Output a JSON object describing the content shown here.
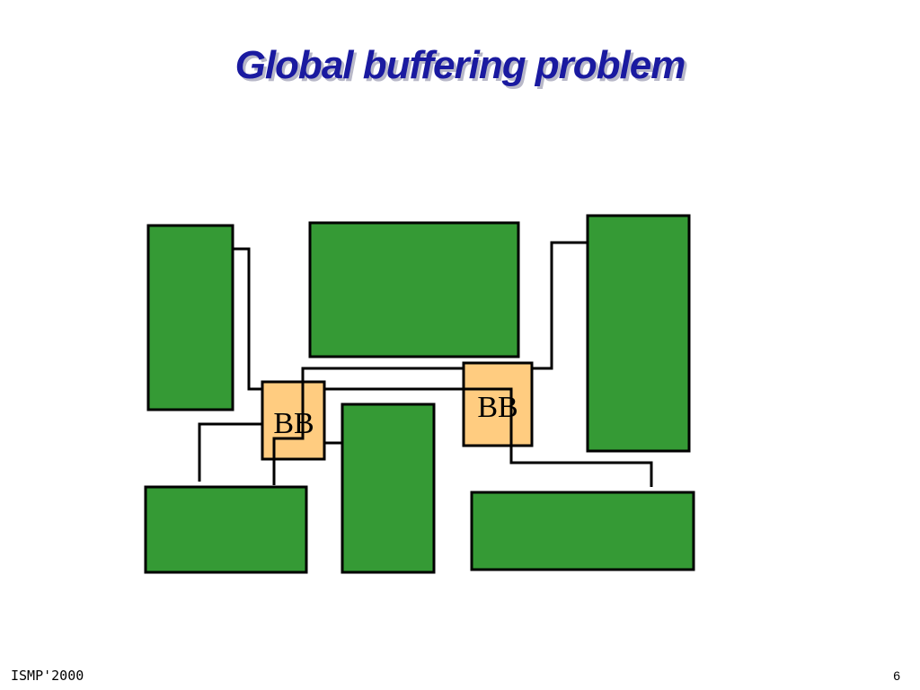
{
  "slide": {
    "title": "Global buffering problem",
    "footer_left": "ISMP'2000",
    "page_number": "6"
  },
  "diagram": {
    "colors": {
      "block": "#359a35",
      "buffer": "#ffcc80",
      "title": "#1a1aa0"
    },
    "buffers": [
      {
        "id": "bb-left",
        "label": "BB"
      },
      {
        "id": "bb-right",
        "label": "BB"
      }
    ]
  }
}
